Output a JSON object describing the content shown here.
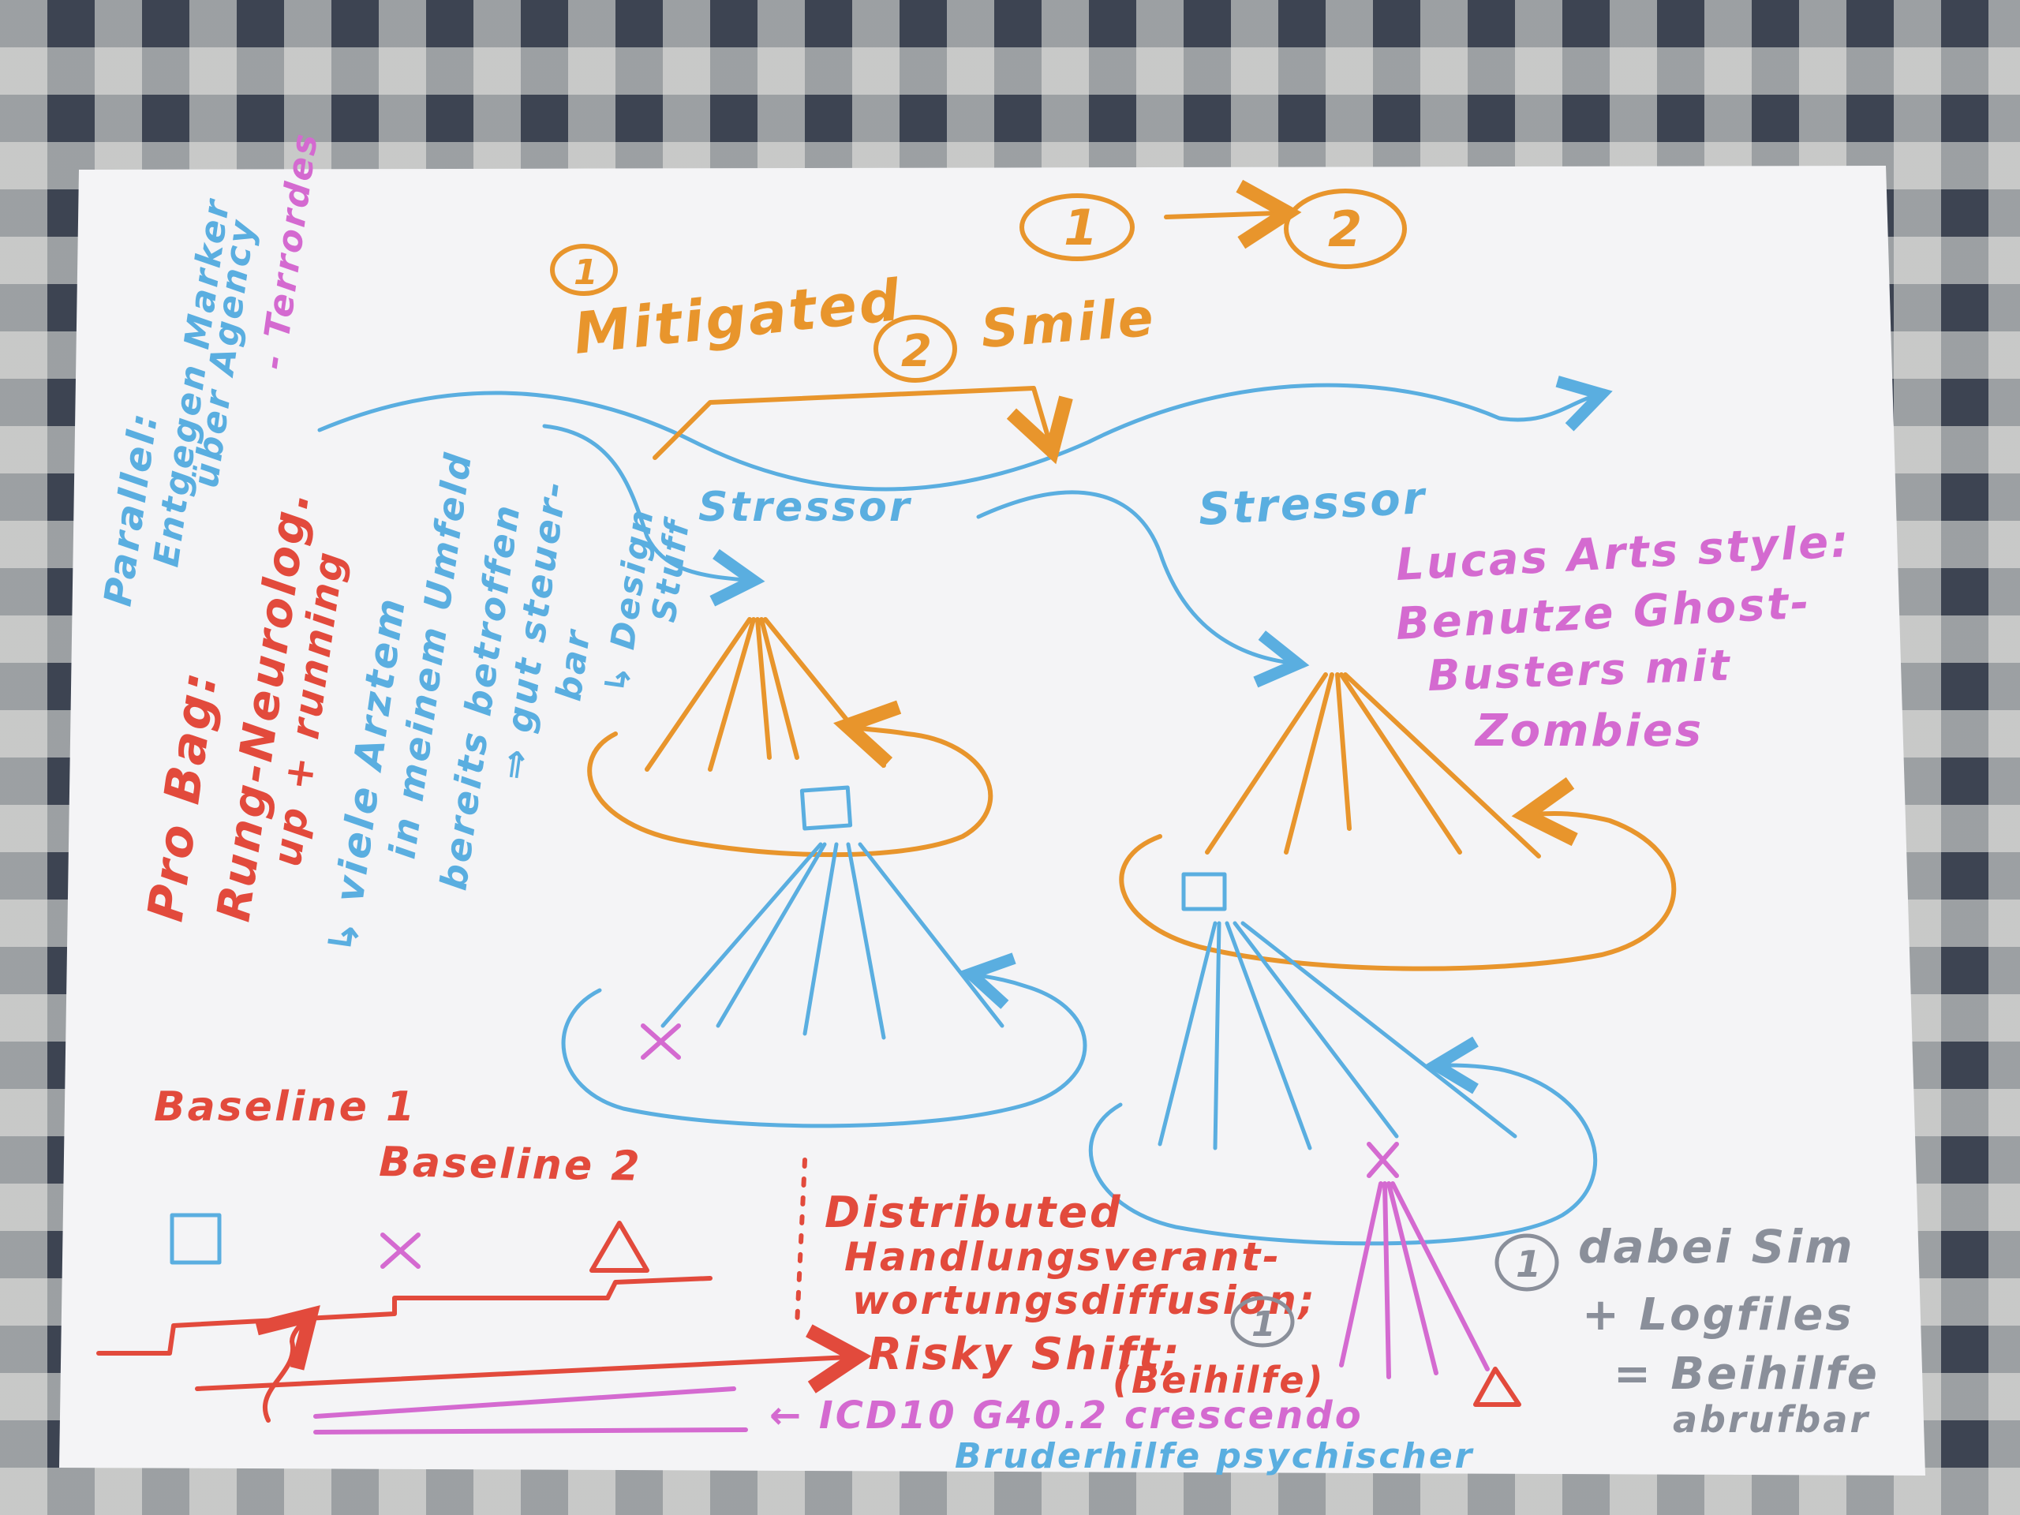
{
  "legend_top": {
    "arrow_from": "1",
    "arrow_to": "2"
  },
  "heading_1": {
    "num": "1",
    "text": "Mitigated"
  },
  "heading_2": {
    "num": "2",
    "text": "Smile"
  },
  "stressor_left": "Stressor",
  "stressor_right": "Stressor",
  "left_column": {
    "line1": "Parallel:",
    "line2": "Entgegen Marker",
    "line3": "über Agency",
    "line4": "- Terrordes"
  },
  "pro_bag": {
    "line1": "Pro Bag:",
    "line2": "Rung-Neurolog.",
    "line3": "up + running",
    "line4": "↳ viele Arztem",
    "line5": "in meinem Umfeld",
    "line6": "bereits betroffen",
    "line7": "⇒ gut steuer-",
    "line8": "bar",
    "line9": "↳ Design",
    "line10": "Stuff"
  },
  "lucas_arts": {
    "line1": "Lucas Arts style:",
    "line2": "Benutze Ghost-",
    "line3": "Busters mit",
    "line4": "Zombies"
  },
  "baseline": {
    "label1": "Baseline 1",
    "label2": "Baseline 2"
  },
  "terms": {
    "t1": "Distributed",
    "t2": "Handlungsverant-",
    "t3": "wortungsdiffusion;",
    "t4": "Risky Shift;",
    "t5": "(Beihilfe)",
    "t6": "← ICD10 G40.2 crescendo",
    "t7": "Bruderhilfe psychischer"
  },
  "note_right": {
    "num": "1",
    "line1": "dabei Sim",
    "line2": "+ Logfiles",
    "line3": "= Beihilfe",
    "line4": "abrufbar"
  },
  "note_center_num": "1"
}
